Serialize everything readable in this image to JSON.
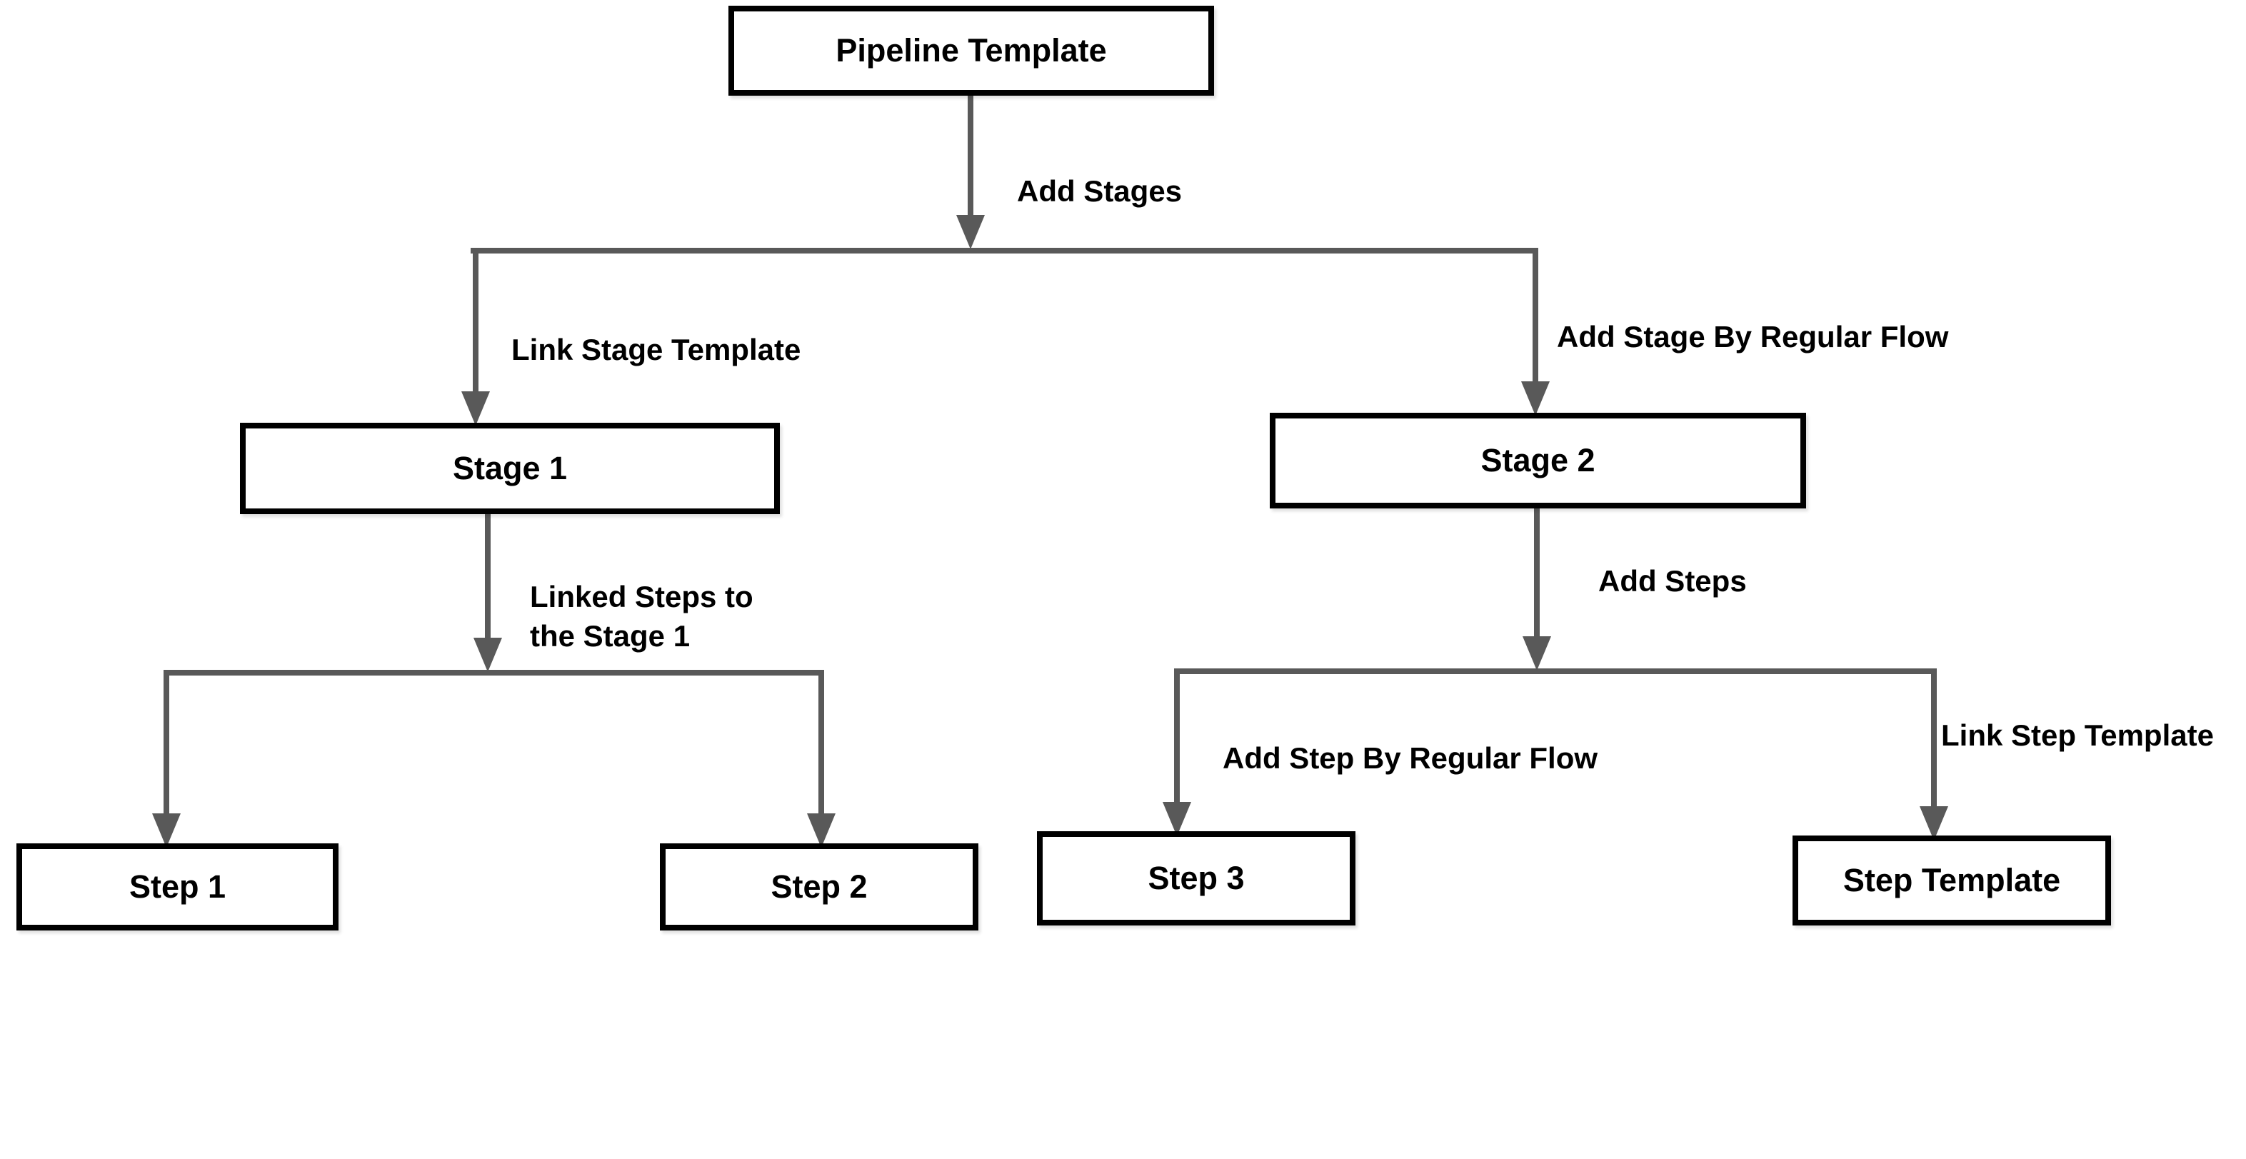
{
  "diagram": {
    "colors": {
      "background": "#ffffff",
      "box_border": "#000000",
      "box_fill": "#ffffff",
      "connector": "#595959",
      "text": "#000000"
    },
    "nodes": {
      "pipeline_template": "Pipeline Template",
      "stage_1": "Stage 1",
      "stage_2": "Stage 2",
      "step_1": "Step 1",
      "step_2": "Step 2",
      "step_3": "Step 3",
      "step_template": "Step Template"
    },
    "edge_labels": {
      "add_stages": "Add Stages",
      "link_stage_template": "Link Stage Template",
      "add_stage_by_regular_flow": "Add Stage By Regular Flow",
      "linked_steps_to_the_stage_1": "Linked Steps to\nthe Stage 1",
      "add_steps": "Add Steps",
      "add_step_by_regular_flow": "Add Step By Regular Flow",
      "link_step_template": "Link Step Template"
    }
  }
}
